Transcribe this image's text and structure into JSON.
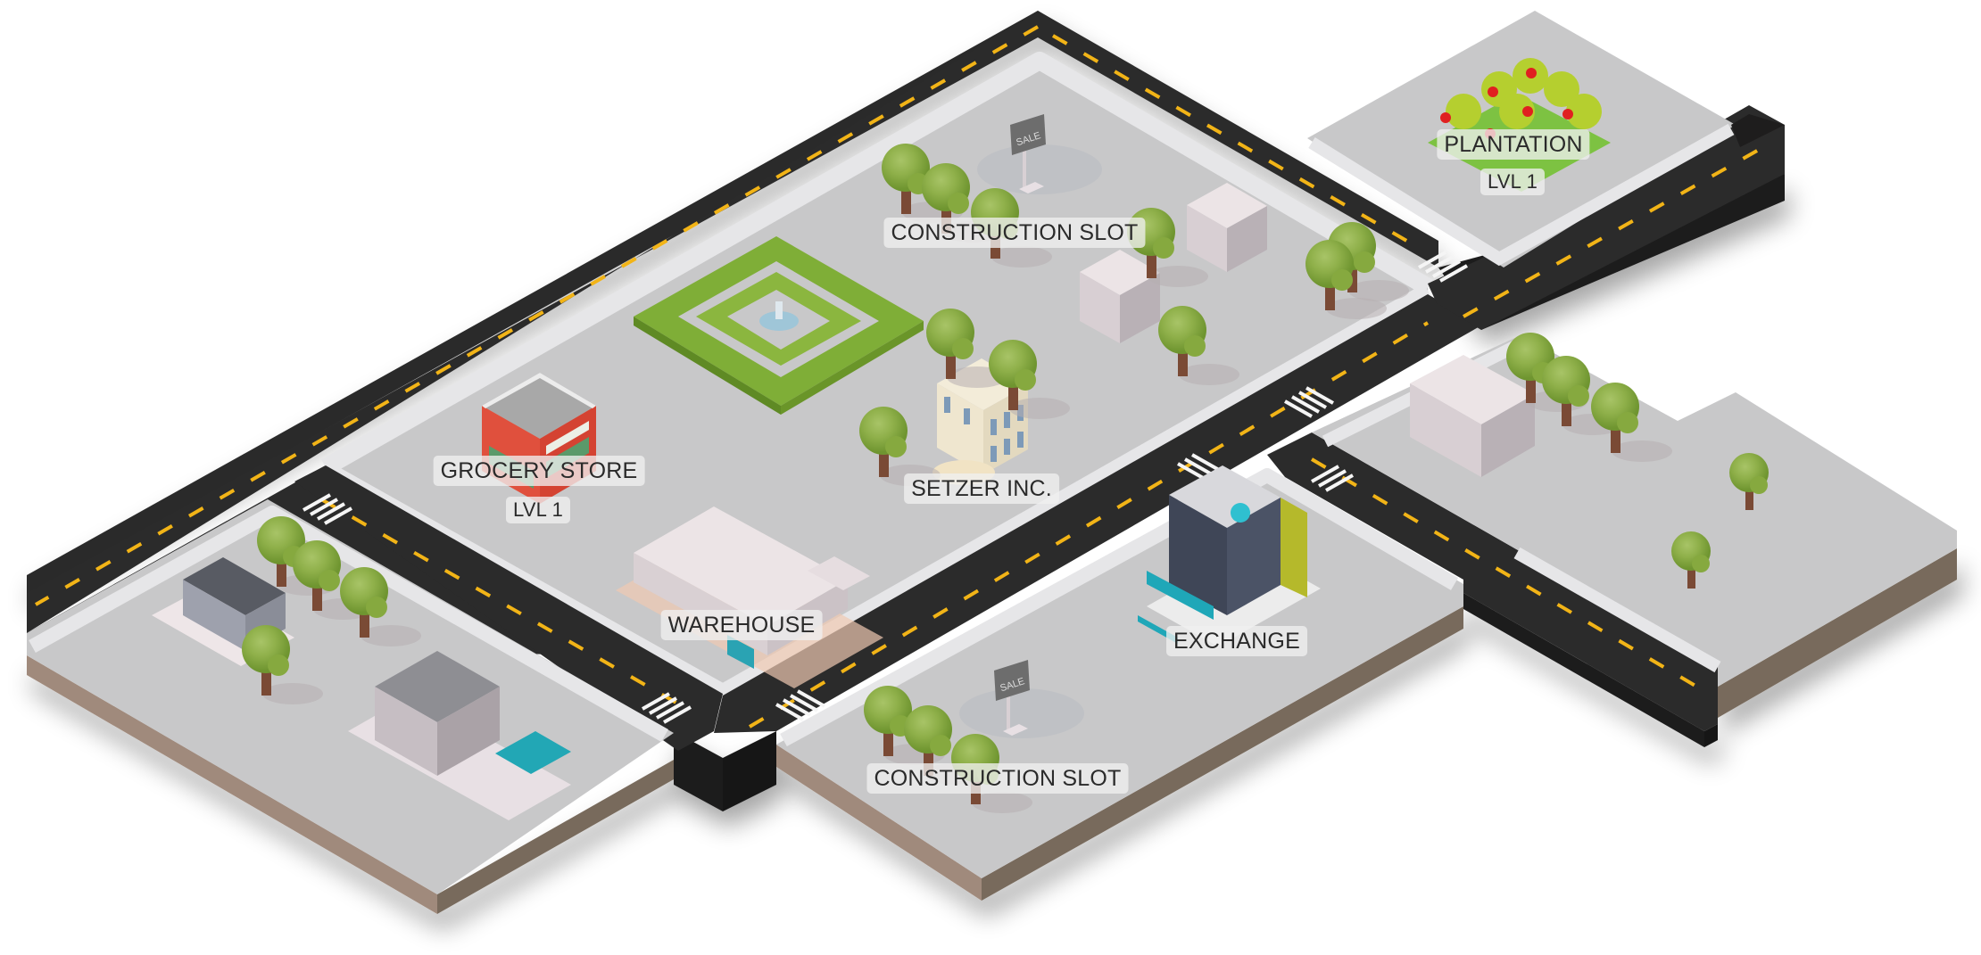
{
  "colors": {
    "road": "#2b2b2b",
    "road_side": "#1e1d1d",
    "lane_marking": "#f2b417",
    "curb": "#e6e6e8",
    "lot": "#c8c8c9",
    "soil_left": "#a08a7c",
    "soil_right": "#786a5c",
    "tree_leaf": "#7ea23a",
    "tree_leaf_light": "#a8c467",
    "trunk": "#7a4a35",
    "hedge": "#8bb63f",
    "label_bg": "#f0f0f0",
    "label_text": "#2a2a2a"
  },
  "buildings": [
    {
      "id": "plantation",
      "name": "PLANTATION",
      "level": "LVL 1"
    },
    {
      "id": "grocery",
      "name": "GROCERY STORE",
      "level": "LVL 1"
    },
    {
      "id": "setzer",
      "name": "SETZER INC."
    },
    {
      "id": "warehouse",
      "name": "WAREHOUSE"
    },
    {
      "id": "exchange",
      "name": "EXCHANGE"
    },
    {
      "id": "construction_north",
      "name": "CONSTRUCTION SLOT",
      "sign": "SALE"
    },
    {
      "id": "construction_south",
      "name": "CONSTRUCTION SLOT",
      "sign": "SALE"
    }
  ]
}
